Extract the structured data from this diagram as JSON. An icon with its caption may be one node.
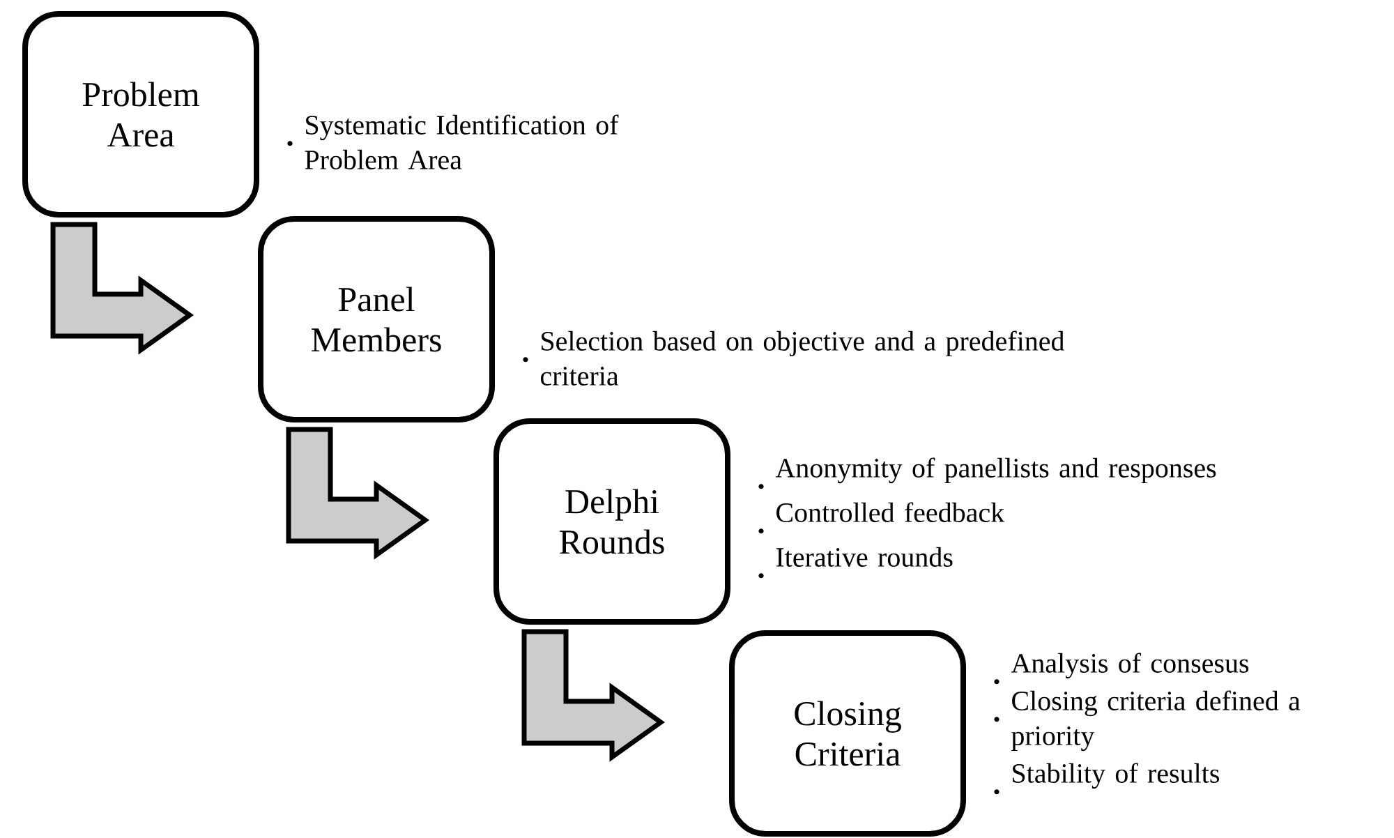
{
  "diagram": {
    "nodes": [
      {
        "text": [
          "Problem Area"
        ],
        "beside": [
          "Systematic Identification of Problem Area"
        ]
      },
      {
        "text": [
          "Panel Members"
        ],
        "beside": [
          "Selection based on objective and a predefined criteria"
        ]
      },
      {
        "text": [
          "Delphi Rounds"
        ],
        "beside": [
          "Anonymity of panellists and responses",
          "Controlled feedback",
          "Iterative rounds"
        ]
      },
      {
        "text": [
          "Closing Criteria"
        ],
        "beside": [
          "Analysis of consesus",
          "Closing criteria defined a priority",
          "Stability of results"
        ]
      }
    ],
    "edges": [
      {
        "from": 0,
        "to": 1,
        "arrow": "to"
      },
      {
        "from": 1,
        "to": 2,
        "arrow": "to"
      },
      {
        "from": 2,
        "to": 3,
        "arrow": "to"
      }
    ]
  }
}
